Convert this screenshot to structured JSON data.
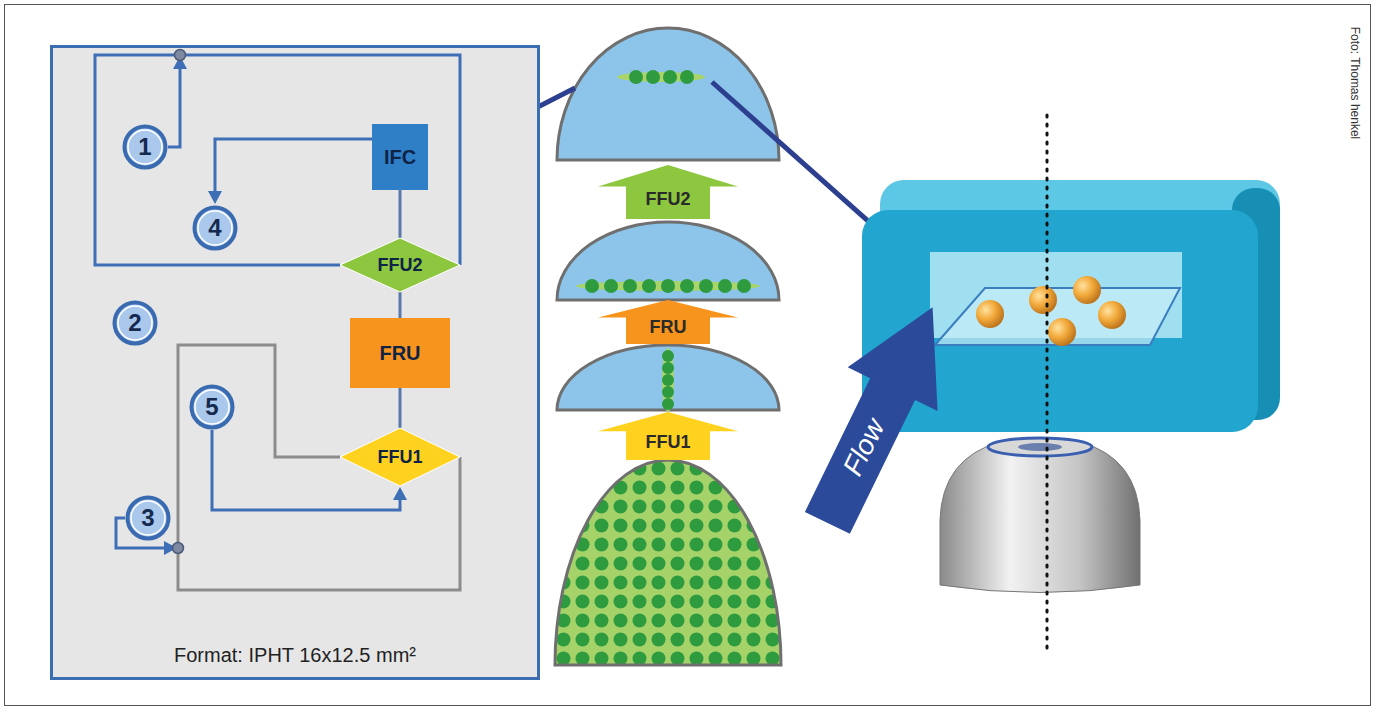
{
  "diagram": {
    "nodes": [
      {
        "text": [
          "Format: IPHT 16x12.5 mm²"
        ]
      },
      {
        "text": [
          "1"
        ],
        "in": 0
      },
      {
        "text": [
          "IFC"
        ],
        "in": 0
      },
      {
        "text": [
          "4"
        ],
        "in": 0
      },
      {
        "text": [
          "FFU2"
        ],
        "in": 0
      },
      {
        "text": [
          "2"
        ],
        "in": 0
      },
      {
        "text": [
          "FRU"
        ],
        "in": 0
      },
      {
        "text": [
          "5"
        ],
        "in": 0
      },
      {
        "text": [
          "FFU1"
        ],
        "in": 0
      },
      {
        "text": [
          "3"
        ],
        "in": 0
      },
      {
        "text": [
          "FFU2"
        ]
      },
      {
        "text": [
          "FRU"
        ]
      },
      {
        "text": [
          "FFU1"
        ]
      },
      {
        "text": [
          "Flow"
        ]
      }
    ],
    "edges": [
      {
        "from": 1,
        "to": 4,
        "arrow": "to"
      },
      {
        "from": 2,
        "to": 3,
        "arrow": "to"
      },
      {
        "from": 2,
        "to": 4,
        "arrow": "none"
      },
      {
        "from": 4,
        "to": 6,
        "arrow": "none"
      },
      {
        "from": 6,
        "to": 8,
        "arrow": "none"
      },
      {
        "from": 9,
        "to": 8,
        "arrow": "to"
      },
      {
        "from": 7,
        "to": 8,
        "arrow": "to"
      }
    ],
    "labels": [
      "Foto: Thomas henkel"
    ]
  }
}
